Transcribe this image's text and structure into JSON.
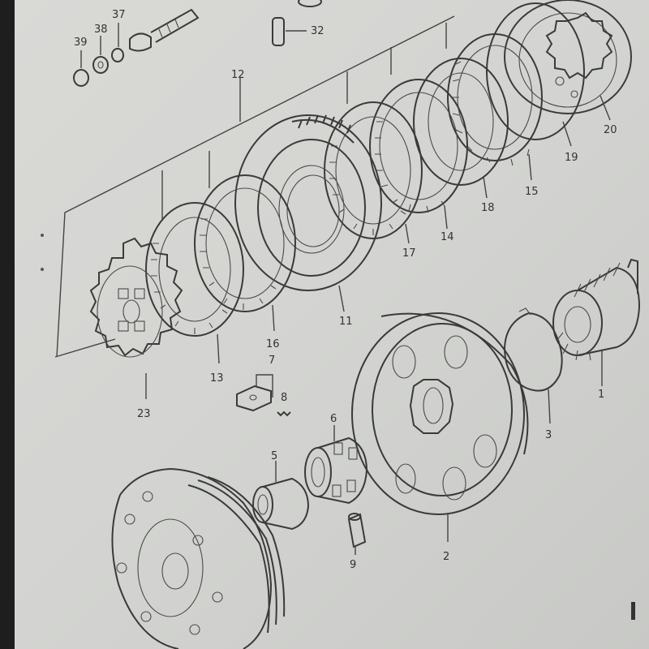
{
  "diagram": {
    "callouts": [
      {
        "id": "39",
        "label": "39"
      },
      {
        "id": "38",
        "label": "38"
      },
      {
        "id": "37",
        "label": "37"
      },
      {
        "id": "32",
        "label": "32"
      },
      {
        "id": "12",
        "label": "12"
      },
      {
        "id": "20",
        "label": "20"
      },
      {
        "id": "19",
        "label": "19"
      },
      {
        "id": "15",
        "label": "15"
      },
      {
        "id": "18",
        "label": "18"
      },
      {
        "id": "14",
        "label": "14"
      },
      {
        "id": "17",
        "label": "17"
      },
      {
        "id": "11",
        "label": "11"
      },
      {
        "id": "16",
        "label": "16"
      },
      {
        "id": "13",
        "label": "13"
      },
      {
        "id": "23",
        "label": "23"
      },
      {
        "id": "7",
        "label": "7"
      },
      {
        "id": "8",
        "label": "8"
      },
      {
        "id": "6",
        "label": "6"
      },
      {
        "id": "5",
        "label": "5"
      },
      {
        "id": "9",
        "label": "9"
      },
      {
        "id": "3",
        "label": "3"
      },
      {
        "id": "1",
        "label": "1"
      },
      {
        "id": "2",
        "label": "2"
      }
    ]
  }
}
